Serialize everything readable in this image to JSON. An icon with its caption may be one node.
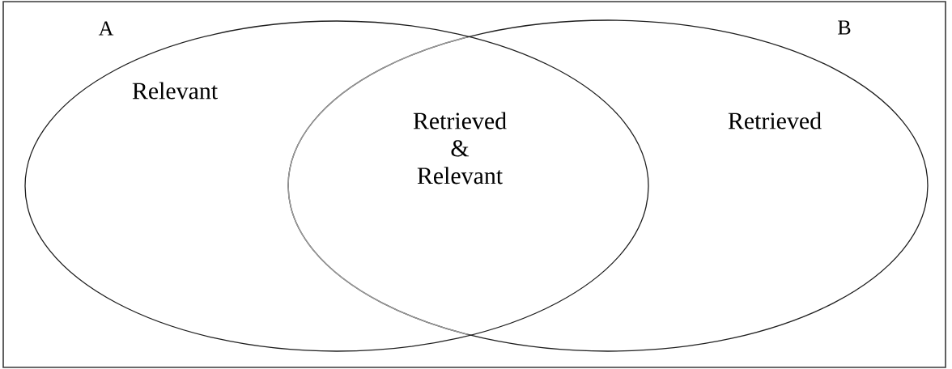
{
  "diagram": {
    "nodes": [
      {
        "text": [
          "A",
          "Relevant"
        ]
      },
      {
        "text": [
          "B",
          "Retrieved"
        ]
      }
    ],
    "labels": [
      "Retrieved & Relevant"
    ]
  }
}
